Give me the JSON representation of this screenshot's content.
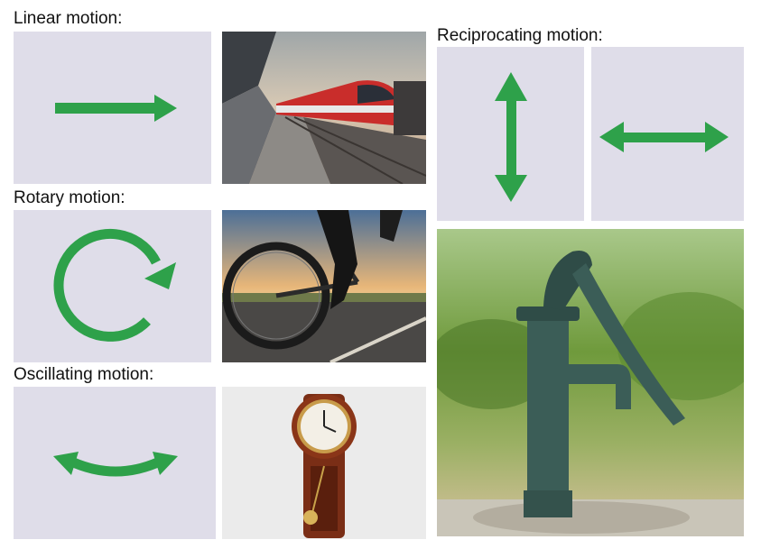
{
  "labels": {
    "linear": "Linear motion:",
    "rotary": "Rotary motion:",
    "oscillating": "Oscillating motion:",
    "reciprocating": "Reciprocating motion:"
  },
  "colors": {
    "arrow": "#2ea14a",
    "panel": "#dfdde9"
  },
  "icons": {
    "linear": "right-arrow-icon",
    "rotary": "circular-arrow-icon",
    "oscillating": "curved-double-arrow-icon",
    "reciprocating_vertical": "vertical-double-arrow-icon",
    "reciprocating_horizontal": "horizontal-double-arrow-icon"
  },
  "photos": {
    "linear": "train-photo",
    "rotary": "bicycle-photo",
    "oscillating": "pendulum-clock-photo",
    "reciprocating": "water-pump-photo"
  }
}
